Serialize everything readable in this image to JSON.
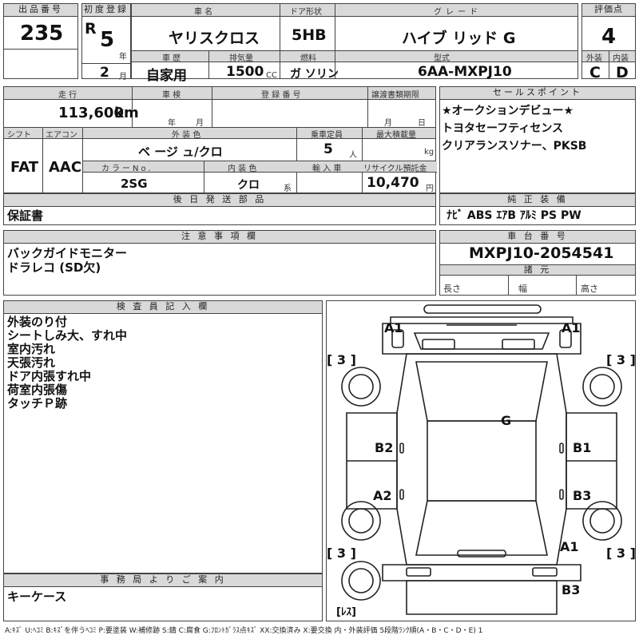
{
  "header": {
    "lot_label": "出品番号",
    "lot": "235",
    "reg_label": "初度登録",
    "era": "R",
    "reg_year": "5",
    "year_unit": "年",
    "reg_month": "2",
    "month_unit": "月",
    "name_label": "車 名",
    "name": "ヤリスクロス",
    "door_label": "ドア形状",
    "door": "5HB",
    "grade_label": "グレード",
    "grade": "ハイブ リッド G",
    "score_label": "評価点",
    "score": "4",
    "history_label": "車 歴",
    "history": "自家用",
    "cc_label": "排気量",
    "cc": "1500",
    "cc_unit": "CC",
    "fuel_label": "燃料",
    "fuel": "ガ ソリン",
    "model_label": "型式",
    "model": "6AA-MXPJ10",
    "ext_label": "外装",
    "ext": "C",
    "int_label": "内装",
    "int": "D"
  },
  "mid": {
    "mileage_label": "走 行",
    "mileage": "113,600",
    "mileage_unit": "km",
    "inspection_label": "車 検",
    "insp_year": "年",
    "insp_month": "月",
    "plate_label": "登 録 番 号",
    "transfer_label": "譲渡書類期限",
    "transfer_month": "月",
    "transfer_day": "日",
    "shift_label": "シフト",
    "shift": "FAT",
    "ac_label": "エアコン",
    "ac": "AAC",
    "color_label": "外 装 色",
    "color": "ベ ージ ュ/クロ",
    "capacity_label": "乗車定員",
    "capacity": "5",
    "capacity_unit": "人",
    "load_label": "最大積載量",
    "load_unit": "kg",
    "color_no_label": "カラーNo.",
    "color_no": "2SG",
    "int_color_label": "内 装 色",
    "int_color": "クロ",
    "int_color_unit": "系",
    "import_label": "輸 入 車",
    "recycle_label": "リサイクル預託金",
    "recycle": "10,470",
    "recycle_unit": "円"
  },
  "sales": {
    "label": "セールスポイント",
    "lines": [
      "★オークションデビュー★",
      "トヨタセーフティセンス",
      "クリアランスソナー、PKSB"
    ]
  },
  "later_parts": {
    "label": "後 日 発 送 部 品",
    "text": "保証書"
  },
  "equipment": {
    "label": "純 正 装 備",
    "text": "ﾅﾋﾞ ABS ｴｱB ｱﾙﾐ PS PW"
  },
  "caution": {
    "label": "注 意 事 項 欄",
    "lines": [
      "バックガイドモニター",
      "ドラレコ (SD欠)"
    ]
  },
  "chassis": {
    "label": "車 台 番 号",
    "number": "MXPJ10-2054541"
  },
  "specs": {
    "label": "諸 元",
    "length": "長さ",
    "width": "幅",
    "height": "高さ"
  },
  "inspector": {
    "label": "検 査 員 記 入 欄",
    "lines": [
      "外装のり付",
      "シートしみ大、すれ中",
      "室内汚れ",
      "天張汚れ",
      "ドア内張すれ中",
      "荷室内張傷",
      "タッチＰ跡"
    ]
  },
  "office": {
    "label": "事 務 局 よ り ご 案 内",
    "text": "キーケース"
  },
  "diagram_marks": {
    "a1_fl": "A1",
    "a1_fr": "A1",
    "g": "G",
    "b2": "B2",
    "b1": "B1",
    "a2": "A2",
    "b3_r": "B3",
    "a1_rr": "A1",
    "b3_rear": "B3",
    "tire": "[ 3 ]",
    "tire_fr": "[ 3 ]",
    "tire_rl": "[ 3 ]",
    "tire_rr": "[ 3 ]",
    "spare": "[ﾚｽ]"
  },
  "legend": "A:ｷｽﾞ U:ﾍｺﾐ B:ｷｽﾞを伴うﾍｺﾐ P:要塗装 W:補修跡 S:錆 C:腐食 G:ﾌﾛﾝﾄｶﾞﾗｽ点ｷｽﾞ XX:交換済み X:要交換 内・外装評価 5段階ﾗﾝｸ順(A・B・C・D・E) 1"
}
